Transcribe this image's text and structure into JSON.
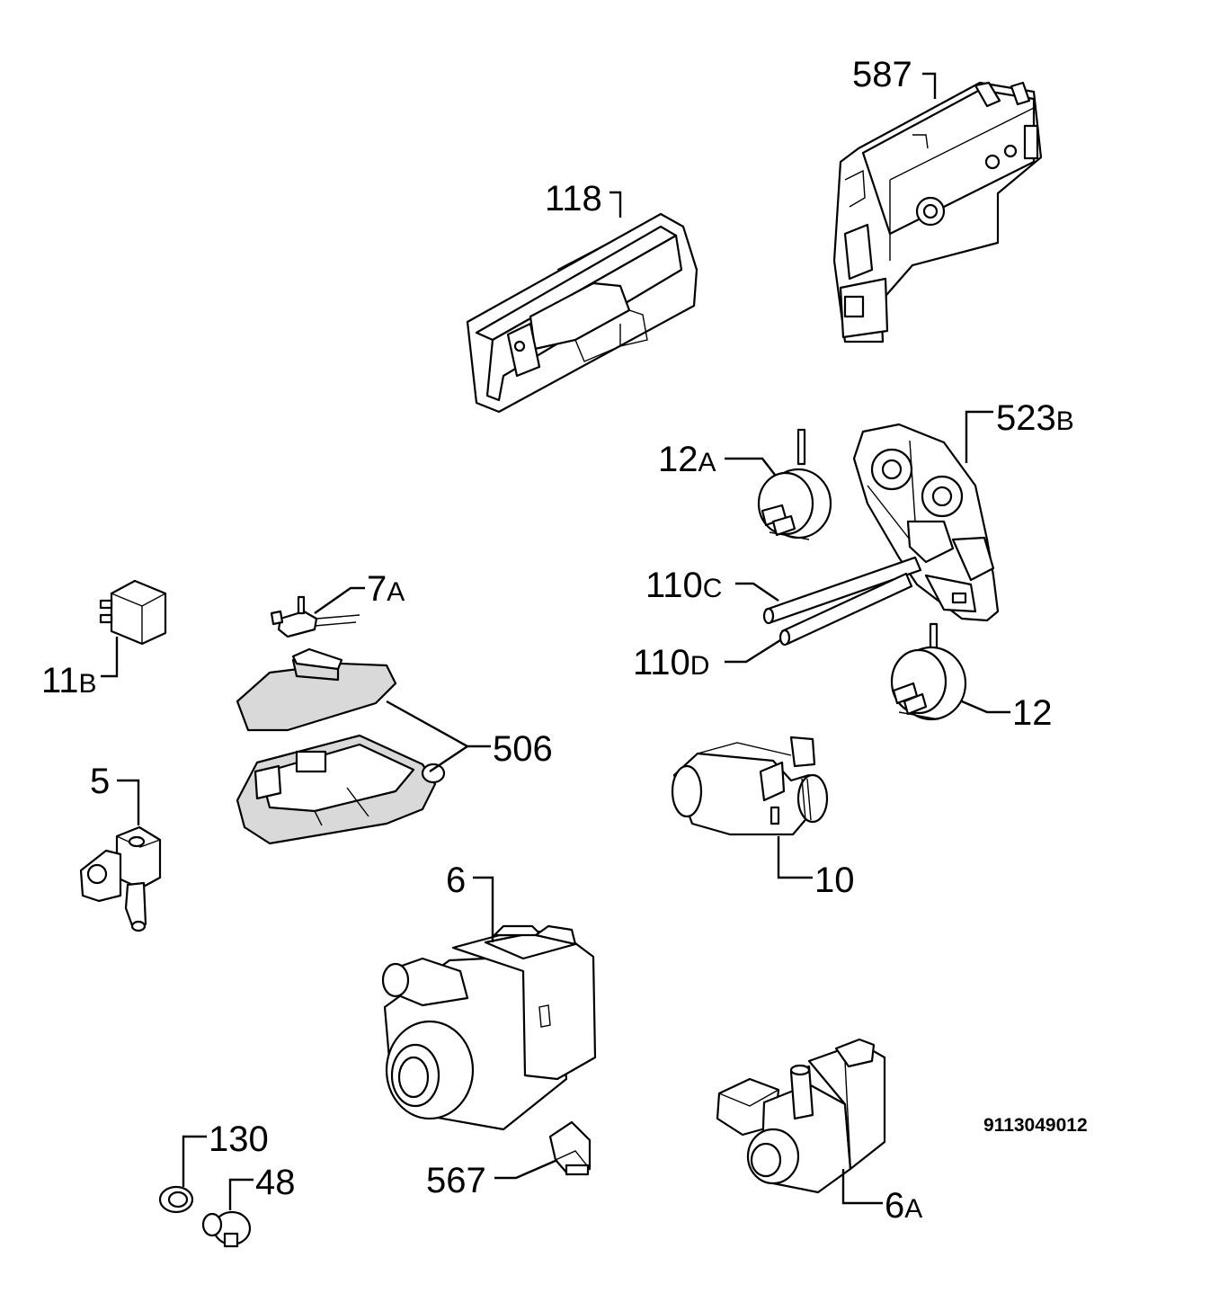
{
  "document_number": "9113049012",
  "parts": [
    {
      "id": "p587",
      "num": "587",
      "suffix": ""
    },
    {
      "id": "p118",
      "num": "118",
      "suffix": ""
    },
    {
      "id": "p523b",
      "num": "523",
      "suffix": "B"
    },
    {
      "id": "p12a",
      "num": "12",
      "suffix": "A"
    },
    {
      "id": "p110c",
      "num": "110",
      "suffix": "C"
    },
    {
      "id": "p110d",
      "num": "110",
      "suffix": "D"
    },
    {
      "id": "p12",
      "num": "12",
      "suffix": ""
    },
    {
      "id": "p7a",
      "num": "7",
      "suffix": "A"
    },
    {
      "id": "p11b",
      "num": "11",
      "suffix": "B"
    },
    {
      "id": "p506",
      "num": "506",
      "suffix": ""
    },
    {
      "id": "p5",
      "num": "5",
      "suffix": ""
    },
    {
      "id": "p10",
      "num": "10",
      "suffix": ""
    },
    {
      "id": "p6",
      "num": "6",
      "suffix": ""
    },
    {
      "id": "p130",
      "num": "130",
      "suffix": ""
    },
    {
      "id": "p48",
      "num": "48",
      "suffix": ""
    },
    {
      "id": "p567",
      "num": "567",
      "suffix": ""
    },
    {
      "id": "p6a",
      "num": "6",
      "suffix": "A"
    }
  ]
}
